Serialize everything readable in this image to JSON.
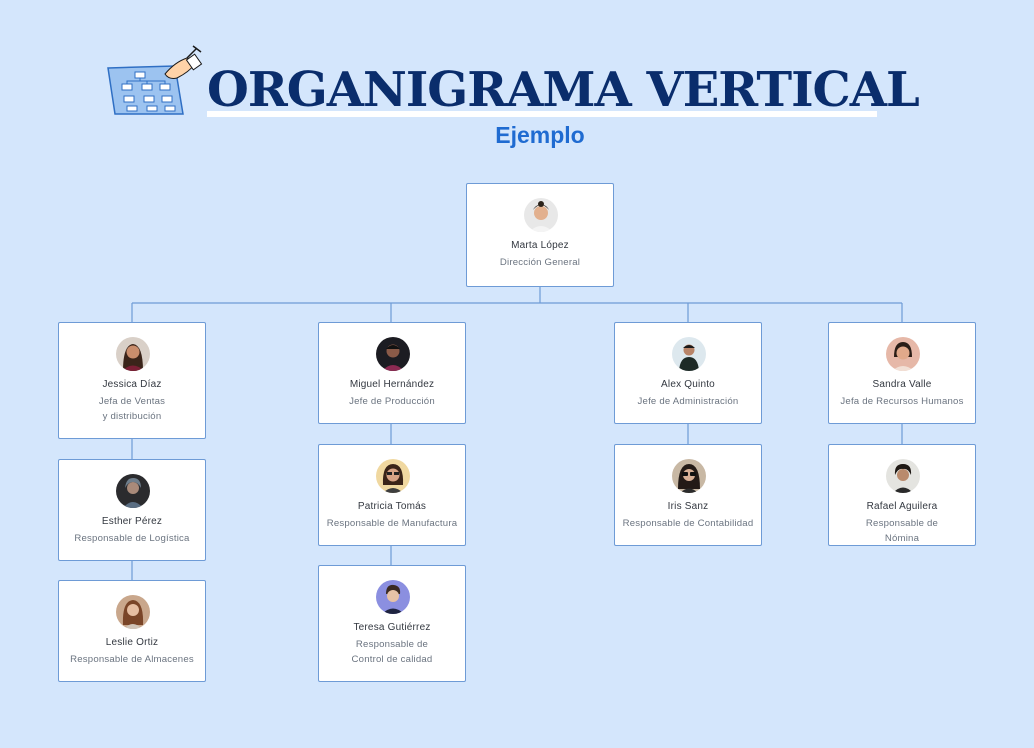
{
  "header": {
    "title": "ORGANIGRAMA VERTICAL",
    "subtitle": "Ejemplo"
  },
  "colors": {
    "background": "#d4e6fc",
    "title": "#0a2d6c",
    "subtitle": "#1f6bd1",
    "card_border": "#6e9bd6",
    "connector": "#6e9bd6"
  },
  "org": {
    "director": {
      "name": "Marta López",
      "role": "Dirección General"
    },
    "departments": [
      {
        "head": {
          "name": "Jessica Díaz",
          "role": "Jefa de Ventas\ny distribución"
        },
        "members": [
          {
            "name": "Esther Pérez",
            "role": "Responsable de Logística"
          },
          {
            "name": "Leslie Ortiz",
            "role": "Responsable de Almacenes"
          }
        ]
      },
      {
        "head": {
          "name": "Miguel Hernández",
          "role": "Jefe de Producción"
        },
        "members": [
          {
            "name": "Patricia Tomás",
            "role": "Responsable de Manufactura"
          },
          {
            "name": "Teresa Gutiérrez",
            "role": "Responsable de\nControl de calidad"
          }
        ]
      },
      {
        "head": {
          "name": "Alex Quinto",
          "role": "Jefe de Administración"
        },
        "members": [
          {
            "name": "Iris Sanz",
            "role": "Responsable de Contabilidad"
          }
        ]
      },
      {
        "head": {
          "name": "Sandra Valle",
          "role": "Jefa de Recursos Humanos"
        },
        "members": [
          {
            "name": "Rafael Aguilera",
            "role": "Responsable de\nNómina"
          }
        ]
      }
    ]
  }
}
